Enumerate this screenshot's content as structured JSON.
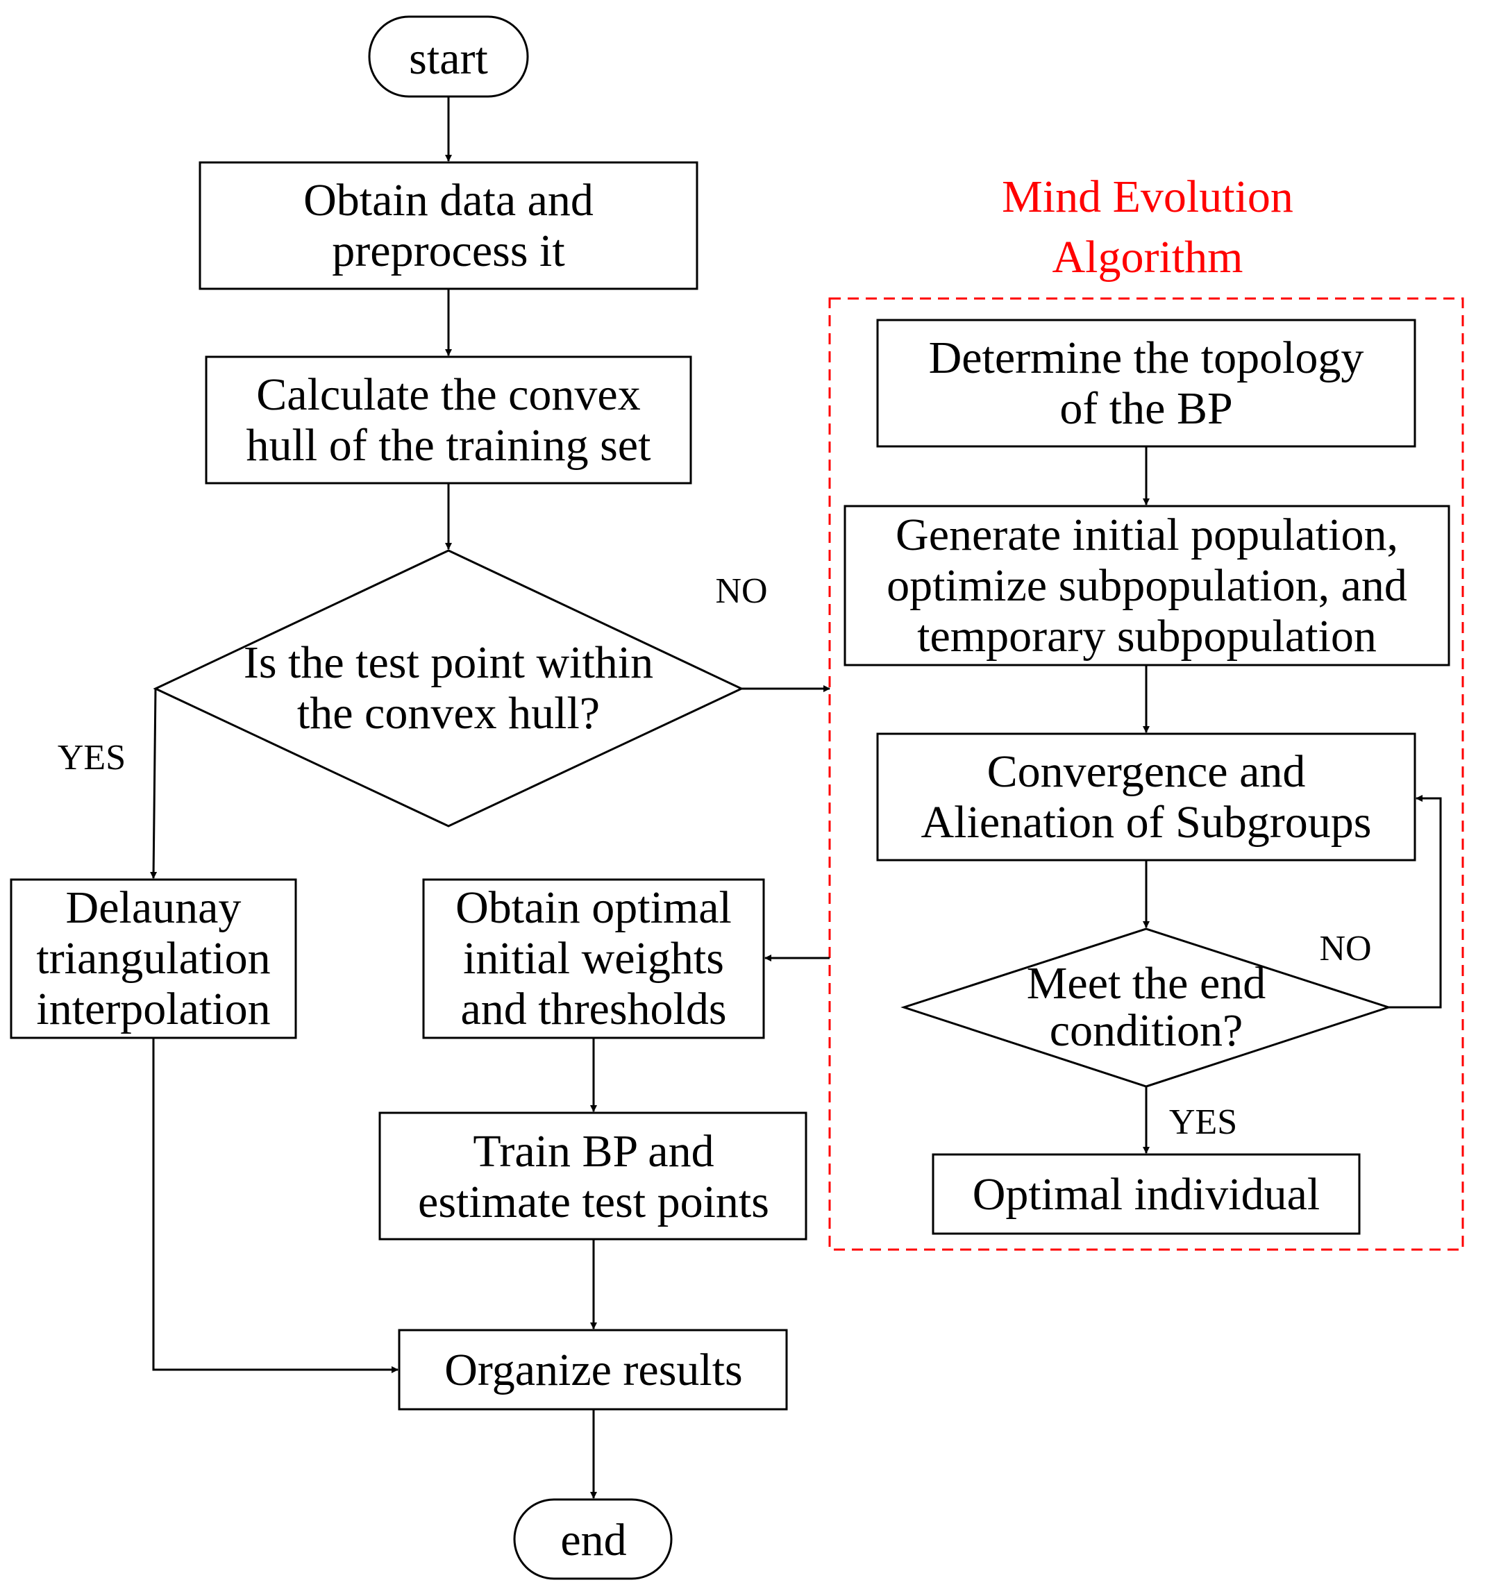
{
  "start": "start",
  "end": "end",
  "obtain_data": [
    "Obtain data and",
    "preprocess it"
  ],
  "convex_hull": [
    "Calculate the convex",
    "hull of the training set"
  ],
  "decision_hull": [
    "Is the test point within",
    "the convex hull?"
  ],
  "label_no_hull": "NO",
  "label_yes_hull": "YES",
  "delaunay": [
    "Delaunay",
    "triangulation",
    "interpolation"
  ],
  "obtain_optimal": [
    "Obtain optimal",
    "initial weights",
    "and thresholds"
  ],
  "train_bp": [
    "Train BP and",
    "estimate test points"
  ],
  "organize": "Organize results",
  "group_title": [
    "Mind Evolution",
    "Algorithm"
  ],
  "group_color": "#ff0000",
  "topology": [
    "Determine the topology",
    "of the BP"
  ],
  "generate": [
    "Generate initial population,",
    "optimize subpopulation, and",
    "temporary subpopulation"
  ],
  "convergence": [
    "Convergence and",
    "Alienation of Subgroups"
  ],
  "decision_end": [
    "Meet the end",
    "condition?"
  ],
  "label_no_end": "NO",
  "label_yes_end": "YES",
  "optimal_individual": "Optimal individual"
}
